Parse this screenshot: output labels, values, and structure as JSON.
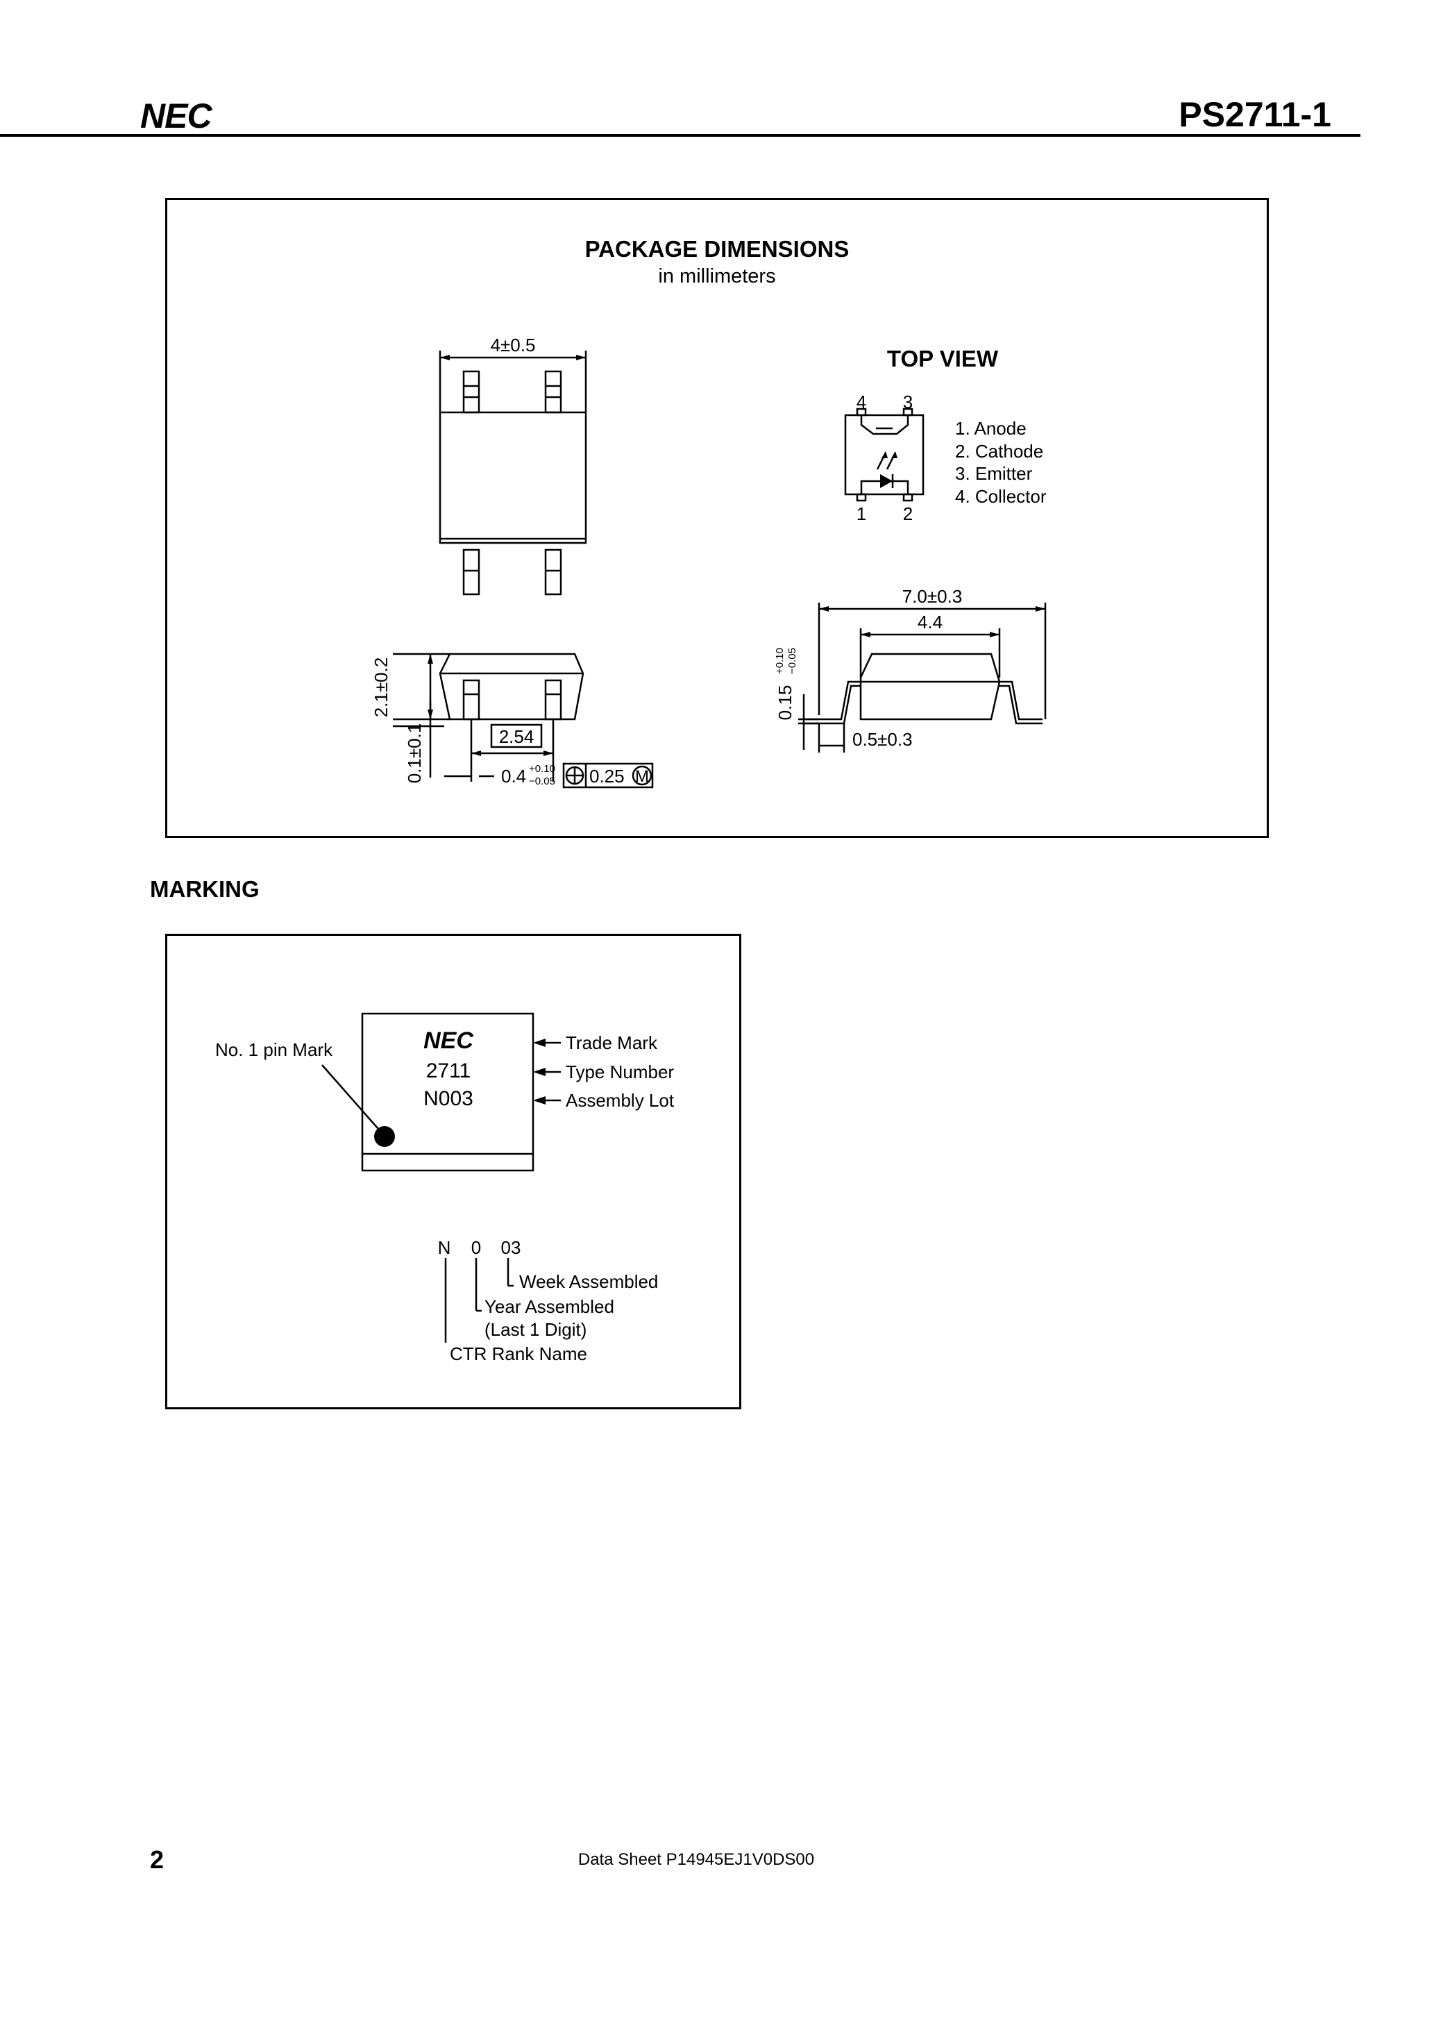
{
  "header": {
    "logo": "NEC",
    "part_number": "PS2711-1"
  },
  "package": {
    "title": "PACKAGE  DIMENSIONS",
    "subtitle": "in millimeters",
    "dim_width": "4±0.5",
    "top_view_title": "TOP VIEW",
    "pin_numbers": [
      "4",
      "3",
      "1",
      "2"
    ],
    "pins": [
      "1. Anode",
      "2. Cathode",
      "3. Emitter",
      "4. Collector"
    ],
    "dim_height": "2.1±0.2",
    "dim_standoff": "0.1±0.1",
    "dim_pitch": "2.54",
    "dim_lead": "0.4",
    "dim_lead_tol_plus": "+0.10",
    "dim_lead_tol_minus": "−0.05",
    "dim_position_tol": "0.25",
    "dim_position_mod": "M",
    "dim_overall": "7.0±0.3",
    "dim_body": "4.4",
    "dim_thickness": "0.15",
    "dim_thickness_tol_plus": "+0.10",
    "dim_thickness_tol_minus": "−0.05",
    "dim_foot": "0.5±0.3"
  },
  "marking": {
    "heading": "MARKING",
    "pin_mark_label": "No. 1 pin Mark",
    "chip_logo": "NEC",
    "chip_type": "2711",
    "chip_lot": "N003",
    "trade_mark": "Trade Mark",
    "type_number": "Type Number",
    "assembly_lot": "Assembly Lot",
    "code_n": "N",
    "code_0": "0",
    "code_03": "03",
    "week": "Week Assembled",
    "year": "Year Assembled",
    "year_note": "(Last 1 Digit)",
    "ctr": "CTR Rank Name"
  },
  "footer": {
    "page": "2",
    "datasheet": "Data Sheet  P14945EJ1V0DS00"
  }
}
